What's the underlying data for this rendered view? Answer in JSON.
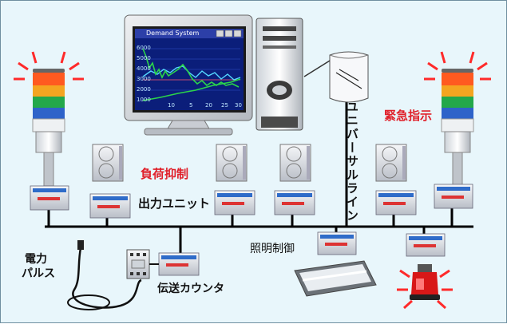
{
  "window": {
    "title": "Demand System"
  },
  "monitor_chart": {
    "y_ticks": [
      "6000",
      "5000",
      "4000",
      "3000",
      "2000",
      "1000"
    ],
    "x_ticks": [
      "10",
      "5",
      "20",
      "25",
      "30"
    ]
  },
  "labels": {
    "universal_line": "ユニバーサルライン",
    "emergency": "緊急指示",
    "load_suppression": "負荷抑制",
    "output_unit": "出力ユニット",
    "lighting_control": "照明制御",
    "power_pulse_line1": "電力",
    "power_pulse_line2": "パルス",
    "transmission_counter": "伝送カウンタ"
  },
  "colors": {
    "background": "#e8f6fb",
    "label_red": "#e0202a",
    "bus_line": "#000000",
    "screen": "#0b1e7a",
    "trace_green": "#2bd44a",
    "trace_cyan": "#55d8ff"
  }
}
